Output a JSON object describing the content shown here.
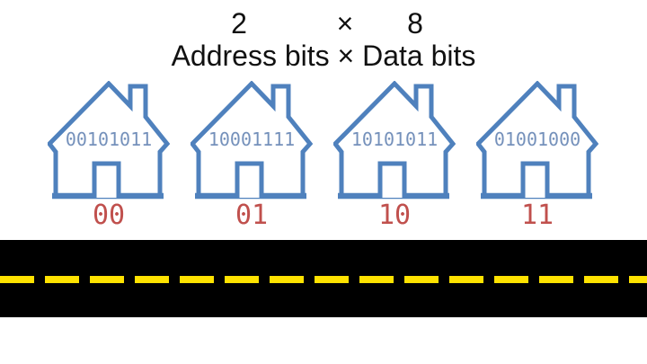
{
  "title": {
    "factor_address": "2",
    "times": "×",
    "factor_data": "8",
    "subtitle": "Address bits × Data bits"
  },
  "houses": [
    {
      "data_bits": "00101011",
      "address_bits": "00"
    },
    {
      "data_bits": "10001111",
      "address_bits": "01"
    },
    {
      "data_bits": "10101011",
      "address_bits": "10"
    },
    {
      "data_bits": "01001000",
      "address_bits": "11"
    }
  ],
  "colors": {
    "title_text": "#111111",
    "house_outline": "#4f81bd",
    "data_bits_text": "#7591bb",
    "address_text": "#c0504d",
    "road": "#000000",
    "lane_marking": "#ffe200"
  }
}
